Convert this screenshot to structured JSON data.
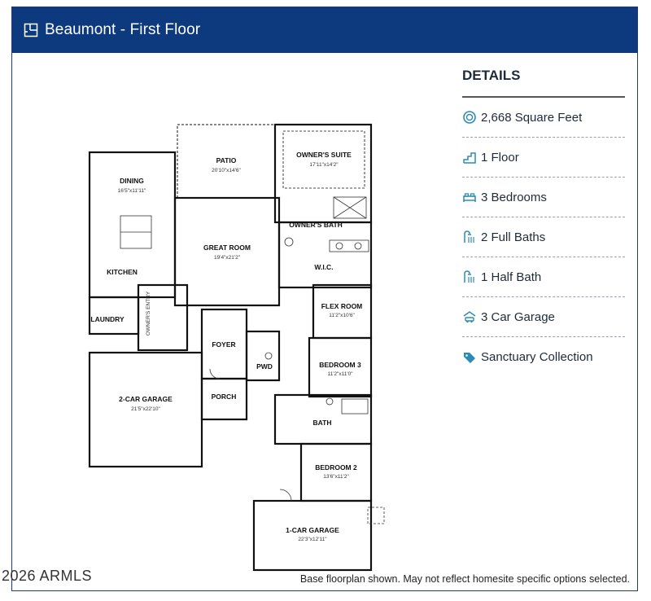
{
  "header": {
    "title": "Beaumont - First Floor",
    "icon": "floorplan-icon",
    "bg": "#0d3a7f"
  },
  "details": {
    "heading": "DETAILS",
    "items": [
      {
        "icon": "area-icon",
        "label": "2,668 Square Feet"
      },
      {
        "icon": "stairs-icon",
        "label": "1 Floor"
      },
      {
        "icon": "bed-icon",
        "label": "3 Bedrooms"
      },
      {
        "icon": "shower-icon",
        "label": "2 Full Baths"
      },
      {
        "icon": "shower-icon",
        "label": "1 Half Bath"
      },
      {
        "icon": "car-icon",
        "label": "3 Car Garage"
      },
      {
        "icon": "tag-icon",
        "label": "Sanctuary Collection"
      }
    ],
    "accent": "#2b8bb5"
  },
  "plan": {
    "rooms": [
      {
        "name": "PATIO",
        "dims": "20'10\"x14'6\""
      },
      {
        "name": "OWNER'S SUITE",
        "dims": "17'11\"x14'2\""
      },
      {
        "name": "DINING",
        "dims": "16'5\"x11'11\""
      },
      {
        "name": "OWNER'S BATH",
        "dims": ""
      },
      {
        "name": "GREAT ROOM",
        "dims": "19'4\"x21'2\""
      },
      {
        "name": "W.I.C.",
        "dims": ""
      },
      {
        "name": "KITCHEN",
        "dims": ""
      },
      {
        "name": "FLEX ROOM",
        "dims": "11'2\"x10'6\""
      },
      {
        "name": "LAUNDRY",
        "dims": ""
      },
      {
        "name": "OWNER'S ENTRY",
        "dims": ""
      },
      {
        "name": "FOYER",
        "dims": ""
      },
      {
        "name": "PWD",
        "dims": ""
      },
      {
        "name": "BEDROOM 3",
        "dims": "11'2\"x11'0\""
      },
      {
        "name": "2-CAR GARAGE",
        "dims": "21'5\"x22'10\""
      },
      {
        "name": "PORCH",
        "dims": ""
      },
      {
        "name": "BATH",
        "dims": ""
      },
      {
        "name": "BEDROOM 2",
        "dims": "13'6\"x11'2\""
      },
      {
        "name": "1-CAR GARAGE",
        "dims": "22'3\"x12'11\""
      }
    ]
  },
  "footer": {
    "copyright": "2026 ARMLS",
    "note": "Base floorplan shown. May not reflect homesite specific options selected."
  }
}
